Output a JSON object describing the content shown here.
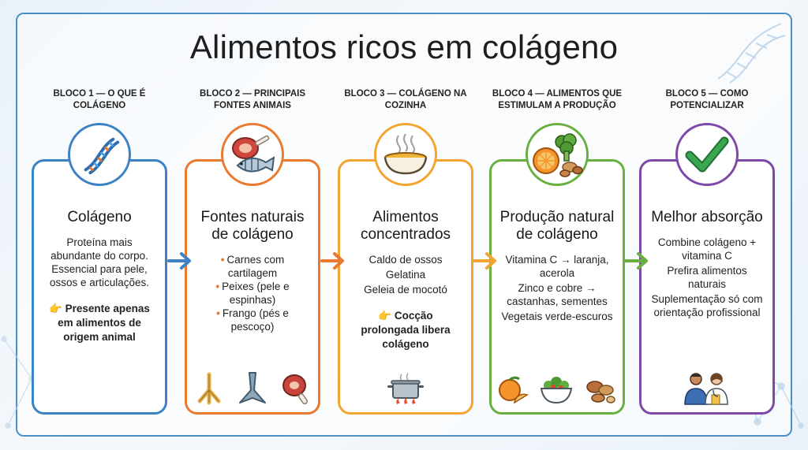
{
  "title": "Alimentos ricos em colágeno",
  "colors": {
    "blue": "#3c82c4",
    "orange": "#ea7a2f",
    "yellow": "#f2a531",
    "green": "#69b043",
    "purple": "#7e49a8"
  },
  "blocks": [
    {
      "header": "BLOCO 1 — O QUE É COLÁGENO",
      "icon": "dna-icon",
      "title": "Colágeno",
      "body": "Proteína mais abundante do corpo. Essencial para pele, ossos e articulações.",
      "note_icon": "👉",
      "note": "Presente apenas em alimentos de origem animal"
    },
    {
      "header": "BLOCO 2 — PRINCIPAIS FONTES ANIMAIS",
      "icon": "meat-and-fish-icon",
      "title": "Fontes naturais de colágeno",
      "bullets": [
        "Carnes com cartilagem",
        "Peixes (pele e espinhas)",
        "Frango (pés e pescoço)"
      ],
      "bottom_icons": [
        "chicken-feet-icon",
        "fish-tail-icon",
        "meat-leg-icon"
      ]
    },
    {
      "header": "BLOCO 3 — COLÁGENO NA COZINHA",
      "icon": "soup-bowl-icon",
      "title": "Alimentos concentrados",
      "lines": [
        "Caldo de ossos",
        "Gelatina",
        "Geleia de mocotó"
      ],
      "note_icon": "👉",
      "note": "Cocção prolongada libera colágeno",
      "bottom_icons": [
        "cooking-pot-icon"
      ]
    },
    {
      "header": "BLOCO 4 — ALIMENTOS QUE ESTIMULAM A PRODUÇÃO",
      "icon": "orange-broccoli-nuts-icon",
      "title": "Produção natural de colágeno",
      "lines": [
        "Vitamina C → laranja, acerola",
        "Zinco e cobre → castanhas, sementes",
        "Vegetais verde-escuros"
      ],
      "bottom_icons": [
        "orange-icon",
        "salad-bowl-icon",
        "nuts-icon"
      ]
    },
    {
      "header": "BLOCO 5 — COMO POTENCIALIZAR",
      "icon": "checkmark-icon",
      "title": "Melhor absorção",
      "lines": [
        "Combine colágeno + vitamina C",
        "Prefira alimentos naturais",
        "Suplementação só com orientação profissional"
      ],
      "bottom_icons": [
        "doctor-consultation-icon"
      ]
    }
  ]
}
